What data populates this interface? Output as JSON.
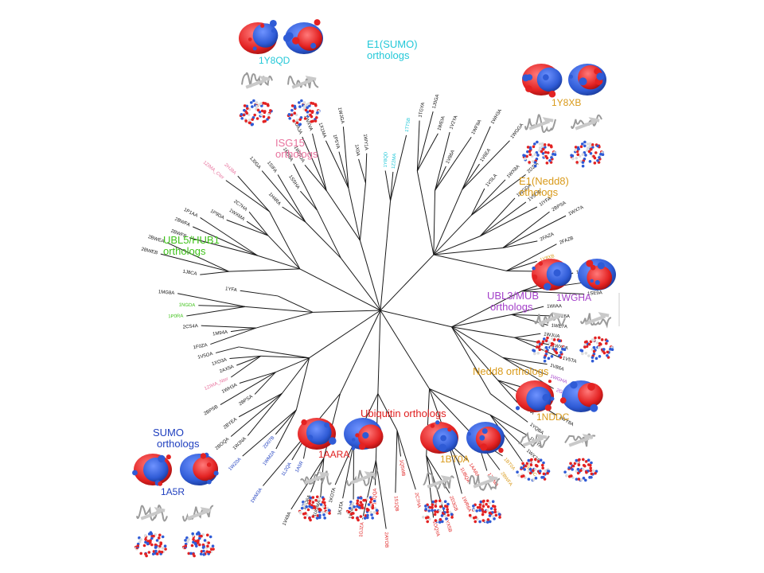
{
  "colors": {
    "branch": "#1a1a1a",
    "sumo": "#1f3fbf",
    "ubiquitin": "#e01e1e",
    "nedd8": "#d99a1a",
    "ubl3": "#a33fc9",
    "ubl5": "#3fc21a",
    "isg15": "#e8739e",
    "e1sumo": "#23c8d8",
    "e1nedd8": "#d99a1a",
    "leaf_default": "#111111",
    "surface_blue": "#2f5bd6",
    "surface_red": "#e32222",
    "cartoon": "#b8b8b8"
  },
  "groups": [
    {
      "key": "e1sumo",
      "line1": "E1(SUMO)",
      "line2": "orthologs",
      "color": "#23c8d8"
    },
    {
      "key": "isg15",
      "line1": "ISG15",
      "line2": "orthologs",
      "color": "#e8739e"
    },
    {
      "key": "e1nedd8",
      "line1": "E1(Nedd8)",
      "line2": "othologs",
      "color": "#d99a1a"
    },
    {
      "key": "ubl5",
      "line1": "UBL5/HUB1",
      "line2": "orthologs",
      "color": "#3fc21a"
    },
    {
      "key": "ubl3",
      "line1": "UBL3/MUB",
      "line2": "orthologs",
      "color": "#a33fc9"
    },
    {
      "key": "nedd8",
      "line1": "Nedd8 orthologs",
      "line2": "",
      "color": "#d99a1a"
    },
    {
      "key": "ubiquitin",
      "line1": "Ubiquitin orthologs",
      "line2": "",
      "color": "#e01e1e"
    },
    {
      "key": "sumo",
      "line1": "SUMO",
      "line2": "orthologs",
      "color": "#1f3fbf"
    }
  ],
  "panels": [
    {
      "key": "p1y8qd",
      "pdb": "1Y8QD",
      "color": "#23c8d8"
    },
    {
      "key": "p1y8xb",
      "pdb": "1Y8XB",
      "color": "#d99a1a"
    },
    {
      "key": "p1wgha",
      "pdb": "1WGHA",
      "color": "#a33fc9"
    },
    {
      "key": "p1nddc",
      "pdb": "1NDDC",
      "color": "#d99a1a"
    },
    {
      "key": "p1bt0a",
      "pdb": "1BT0A",
      "color": "#d99a1a"
    },
    {
      "key": "p1aara",
      "pdb": "1AARA",
      "color": "#e01e1e"
    },
    {
      "key": "p1a5r",
      "pdb": "1A5R",
      "color": "#1f3fbf"
    }
  ],
  "leaves": [
    {
      "label": "1Y8QD",
      "color": "#23c8d8"
    },
    {
      "label": "1Z2MA",
      "color": "#23c8d8"
    },
    {
      "label": "1TT5B",
      "color": "#23c8d8"
    },
    {
      "label": "1TGYA",
      "color": "#111111"
    },
    {
      "label": "1J0GA",
      "color": "#111111"
    },
    {
      "label": "1WEIA",
      "color": "#111111"
    },
    {
      "label": "1V2YA",
      "color": "#111111"
    },
    {
      "label": "1V86A",
      "color": "#111111"
    },
    {
      "label": "1WF9A",
      "color": "#111111"
    },
    {
      "label": "1WH3A",
      "color": "#111111"
    },
    {
      "label": "1V6EA",
      "color": "#111111"
    },
    {
      "label": "1WGGA",
      "color": "#111111"
    },
    {
      "label": "1VSLA",
      "color": "#111111"
    },
    {
      "label": "1WX8A",
      "color": "#111111"
    },
    {
      "label": "2DZIA",
      "color": "#111111"
    },
    {
      "label": "1WGDA",
      "color": "#111111"
    },
    {
      "label": "1V5OA",
      "color": "#111111"
    },
    {
      "label": "1IYFA",
      "color": "#111111"
    },
    {
      "label": "2BPSA",
      "color": "#111111"
    },
    {
      "label": "1WX7A",
      "color": "#111111"
    },
    {
      "label": "2FAZA",
      "color": "#111111"
    },
    {
      "label": "2FAZB",
      "color": "#111111"
    },
    {
      "label": "1Y8XB",
      "color": "#d99a1a"
    },
    {
      "label": "1NI2A",
      "color": "#111111"
    },
    {
      "label": "1NI2B",
      "color": "#111111"
    },
    {
      "label": "1WX8A",
      "color": "#111111"
    },
    {
      "label": "1SE9A",
      "color": "#111111"
    },
    {
      "label": "1WIAA",
      "color": "#111111"
    },
    {
      "label": "1WE6A",
      "color": "#111111"
    },
    {
      "label": "1WE7A",
      "color": "#111111"
    },
    {
      "label": "1WJUA",
      "color": "#111111"
    },
    {
      "label": "1WX9A",
      "color": "#111111"
    },
    {
      "label": "1V5TA",
      "color": "#111111"
    },
    {
      "label": "1V86A",
      "color": "#111111"
    },
    {
      "label": "1WGHA",
      "color": "#a33fc9"
    },
    {
      "label": "2GOWA",
      "color": "#a33fc9"
    },
    {
      "label": "1K1MA",
      "color": "#111111"
    },
    {
      "label": "1WY8A",
      "color": "#111111"
    },
    {
      "label": "1WXAA",
      "color": "#111111"
    },
    {
      "label": "1YQBA",
      "color": "#111111"
    },
    {
      "label": "1WIYA",
      "color": "#111111"
    },
    {
      "label": "1WX7A",
      "color": "#111111"
    },
    {
      "label": "1NDDC",
      "color": "#d99a1a"
    },
    {
      "label": "1BT0A",
      "color": "#d99a1a"
    },
    {
      "label": "2BWFA",
      "color": "#d99a1a"
    },
    {
      "label": "1Z2MA",
      "color": "#e01e1e"
    },
    {
      "label": "1AARA",
      "color": "#e01e1e"
    },
    {
      "label": "1UBQA",
      "color": "#e01e1e"
    },
    {
      "label": "1WR6A",
      "color": "#e01e1e"
    },
    {
      "label": "2D3GB",
      "color": "#e01e1e"
    },
    {
      "label": "1YX5B",
      "color": "#e01e1e"
    },
    {
      "label": "1OQYA",
      "color": "#e01e1e"
    },
    {
      "label": "2C7HA",
      "color": "#e01e1e"
    },
    {
      "label": "1Q5WB",
      "color": "#e01e1e"
    },
    {
      "label": "1S1QB",
      "color": "#e01e1e"
    },
    {
      "label": "2AYOB",
      "color": "#e01e1e"
    },
    {
      "label": "1XQQA",
      "color": "#e01e1e"
    },
    {
      "label": "1GJZA",
      "color": "#e01e1e"
    },
    {
      "label": "1GNUA",
      "color": "#111111"
    },
    {
      "label": "1KJTA",
      "color": "#111111"
    },
    {
      "label": "1KOTA",
      "color": "#111111"
    },
    {
      "label": "1UGMA",
      "color": "#111111"
    },
    {
      "label": "1EO6A",
      "color": "#111111"
    },
    {
      "label": "1V49A",
      "color": "#111111"
    },
    {
      "label": "1A5R",
      "color": "#1f3fbf"
    },
    {
      "label": "1L2QA",
      "color": "#1f3fbf"
    },
    {
      "label": "1WM3A",
      "color": "#1f3fbf"
    },
    {
      "label": "1WM2A",
      "color": "#1f3fbf"
    },
    {
      "label": "2D07B",
      "color": "#1f3fbf"
    },
    {
      "label": "1WZ0A",
      "color": "#1f3fbf"
    },
    {
      "label": "1WJNA",
      "color": "#111111"
    },
    {
      "label": "2BOQA",
      "color": "#111111"
    },
    {
      "label": "2BYEA",
      "color": "#111111"
    },
    {
      "label": "2BPSA",
      "color": "#111111"
    },
    {
      "label": "2BPSB",
      "color": "#111111"
    },
    {
      "label": "1WH3A",
      "color": "#111111"
    },
    {
      "label": "1ZIMA_Nter",
      "color": "#e8739e"
    },
    {
      "label": "2AX5A",
      "color": "#111111"
    },
    {
      "label": "1XO3A",
      "color": "#111111"
    },
    {
      "label": "1V5OA",
      "color": "#111111"
    },
    {
      "label": "1F0ZA",
      "color": "#111111"
    },
    {
      "label": "1M94A",
      "color": "#111111"
    },
    {
      "label": "2CS4A",
      "color": "#111111"
    },
    {
      "label": "1P0RA",
      "color": "#3fc21a"
    },
    {
      "label": "1NGDA",
      "color": "#3fc21a"
    },
    {
      "label": "1MG8A",
      "color": "#111111"
    },
    {
      "label": "1YFA",
      "color": "#111111"
    },
    {
      "label": "1J8CA",
      "color": "#111111"
    },
    {
      "label": "2BWEB",
      "color": "#111111"
    },
    {
      "label": "2BWEA",
      "color": "#111111"
    },
    {
      "label": "2BWFB",
      "color": "#111111"
    },
    {
      "label": "2BWFA",
      "color": "#111111"
    },
    {
      "label": "1P1AA",
      "color": "#111111"
    },
    {
      "label": "1P9DA",
      "color": "#111111"
    },
    {
      "label": "1WXMA",
      "color": "#111111"
    },
    {
      "label": "2C7HA",
      "color": "#111111"
    },
    {
      "label": "1ZIMA_Cter",
      "color": "#e8739e"
    },
    {
      "label": "2HJ8A",
      "color": "#e8739e"
    },
    {
      "label": "1H4RA",
      "color": "#111111"
    },
    {
      "label": "1J0GA",
      "color": "#111111"
    },
    {
      "label": "1SIFA",
      "color": "#111111"
    },
    {
      "label": "1SSHA",
      "color": "#111111"
    },
    {
      "label": "1M38A",
      "color": "#111111"
    },
    {
      "label": "1WGOA",
      "color": "#111111"
    },
    {
      "label": "2DAJA",
      "color": "#111111"
    },
    {
      "label": "1WXVA",
      "color": "#111111"
    },
    {
      "label": "1X1MA",
      "color": "#111111"
    },
    {
      "label": "1P5YA",
      "color": "#111111"
    },
    {
      "label": "1WJGA",
      "color": "#111111"
    },
    {
      "label": "1X0A",
      "color": "#111111"
    },
    {
      "label": "1WY1A",
      "color": "#111111"
    }
  ]
}
